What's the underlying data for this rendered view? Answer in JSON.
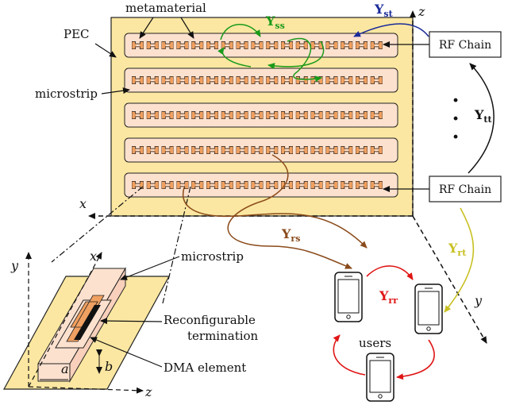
{
  "labels": {
    "metamaterial": "metamaterial",
    "pec": "PEC",
    "microstrip_top": "microstrip",
    "microstrip_inset": "microstrip",
    "reconfigurable_line1": "Reconfigurable",
    "reconfigurable_line2": "termination",
    "dma_element": "DMA element",
    "users": "users",
    "rf_chain_top": "RF Chain",
    "rf_chain_bottom": "RF Chain",
    "dots": "⋮"
  },
  "symbols": {
    "Y_ss": {
      "main": "Y",
      "sub": "ss"
    },
    "Y_st": {
      "main": "Y",
      "sub": "st"
    },
    "Y_tt": {
      "main": "Y",
      "sub": "tt"
    },
    "Y_rs": {
      "main": "Y",
      "sub": "rs"
    },
    "Y_rt": {
      "main": "Y",
      "sub": "rt"
    },
    "Y_rr": {
      "main": "Y",
      "sub": "rr"
    }
  },
  "axes": {
    "x_main": "x",
    "z_main": "z",
    "y_main": "y",
    "x_inset": "x",
    "y_inset": "y",
    "z_inset": "z",
    "a": "a",
    "b": "b"
  },
  "colors": {
    "panel": "#fbe7a1",
    "panel_stroke": "#222222",
    "strip": "#fde1cf",
    "element": "#f0a060",
    "green": "#1a9a1a",
    "blue": "#1a2a9a",
    "red": "#e01515",
    "brown": "#8a4a1a",
    "olive": "#c8c021",
    "black": "#111111"
  },
  "strip_count": 5,
  "elements_per_strip": 17,
  "users_count": 3
}
